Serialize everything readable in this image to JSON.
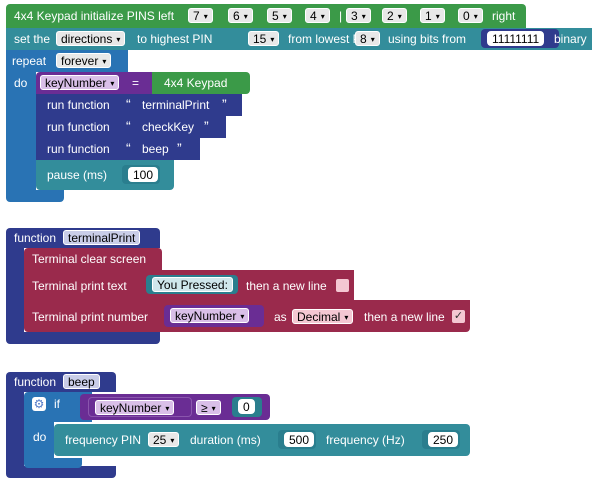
{
  "colors": {
    "green": "#3b9a48",
    "teal": "#338d9b",
    "blue_control": "#2973b4",
    "navy": "#2f3b8d",
    "maroon": "#9a2a4c",
    "purple": "#6a2d94",
    "teal_value": "#2a7e8e"
  },
  "keypad": {
    "label": "4x4 Keypad initialize PINS left",
    "pins": [
      "7",
      "6",
      "5",
      "4",
      "3",
      "2",
      "1",
      "0"
    ],
    "separator": "|",
    "right_label": "right"
  },
  "set_dirs": {
    "label_set": "set the",
    "mode": "directions",
    "label_high": "to highest PIN",
    "high_pin": "15",
    "label_low": "from lowest PIN",
    "low_pin": "8",
    "label_bits": "using bits from",
    "bits": "11111111",
    "label_binary": "binary"
  },
  "repeat": {
    "label": "repeat",
    "mode": "forever",
    "do_label": "do"
  },
  "assign": {
    "variable": "keyNumber",
    "operator": "=",
    "value": "4x4 Keypad"
  },
  "run_calls": [
    {
      "label": "run function",
      "name": "terminalPrint"
    },
    {
      "label": "run function",
      "name": "checkKey"
    },
    {
      "label": "run function",
      "name": "beep"
    }
  ],
  "open_quote": "“",
  "close_quote": "”",
  "pause": {
    "label": "pause (ms)",
    "value": "100"
  },
  "func_terminal": {
    "label": "function",
    "name": "terminalPrint",
    "clear": "Terminal clear screen",
    "print_text_label": "Terminal print text",
    "print_text_value": "You Pressed:",
    "newline_label": "then a new line",
    "print_number_label": "Terminal print number",
    "number_var": "keyNumber",
    "as_label": "as",
    "format": "Decimal",
    "newline_label_2": "then a new line",
    "newline_checked": "✓"
  },
  "func_beep": {
    "label": "function",
    "name": "beep",
    "if_label": "if",
    "do_label": "do",
    "cond_var": "keyNumber",
    "cond_op": "≥",
    "cond_value": "0",
    "freq_label": "frequency PIN",
    "freq_pin": "25",
    "duration_label": "duration (ms)",
    "duration": "500",
    "hz_label": "frequency (Hz)",
    "hz": "250",
    "gear_icon": "gear-icon"
  },
  "dropdown_arrow": "▾"
}
